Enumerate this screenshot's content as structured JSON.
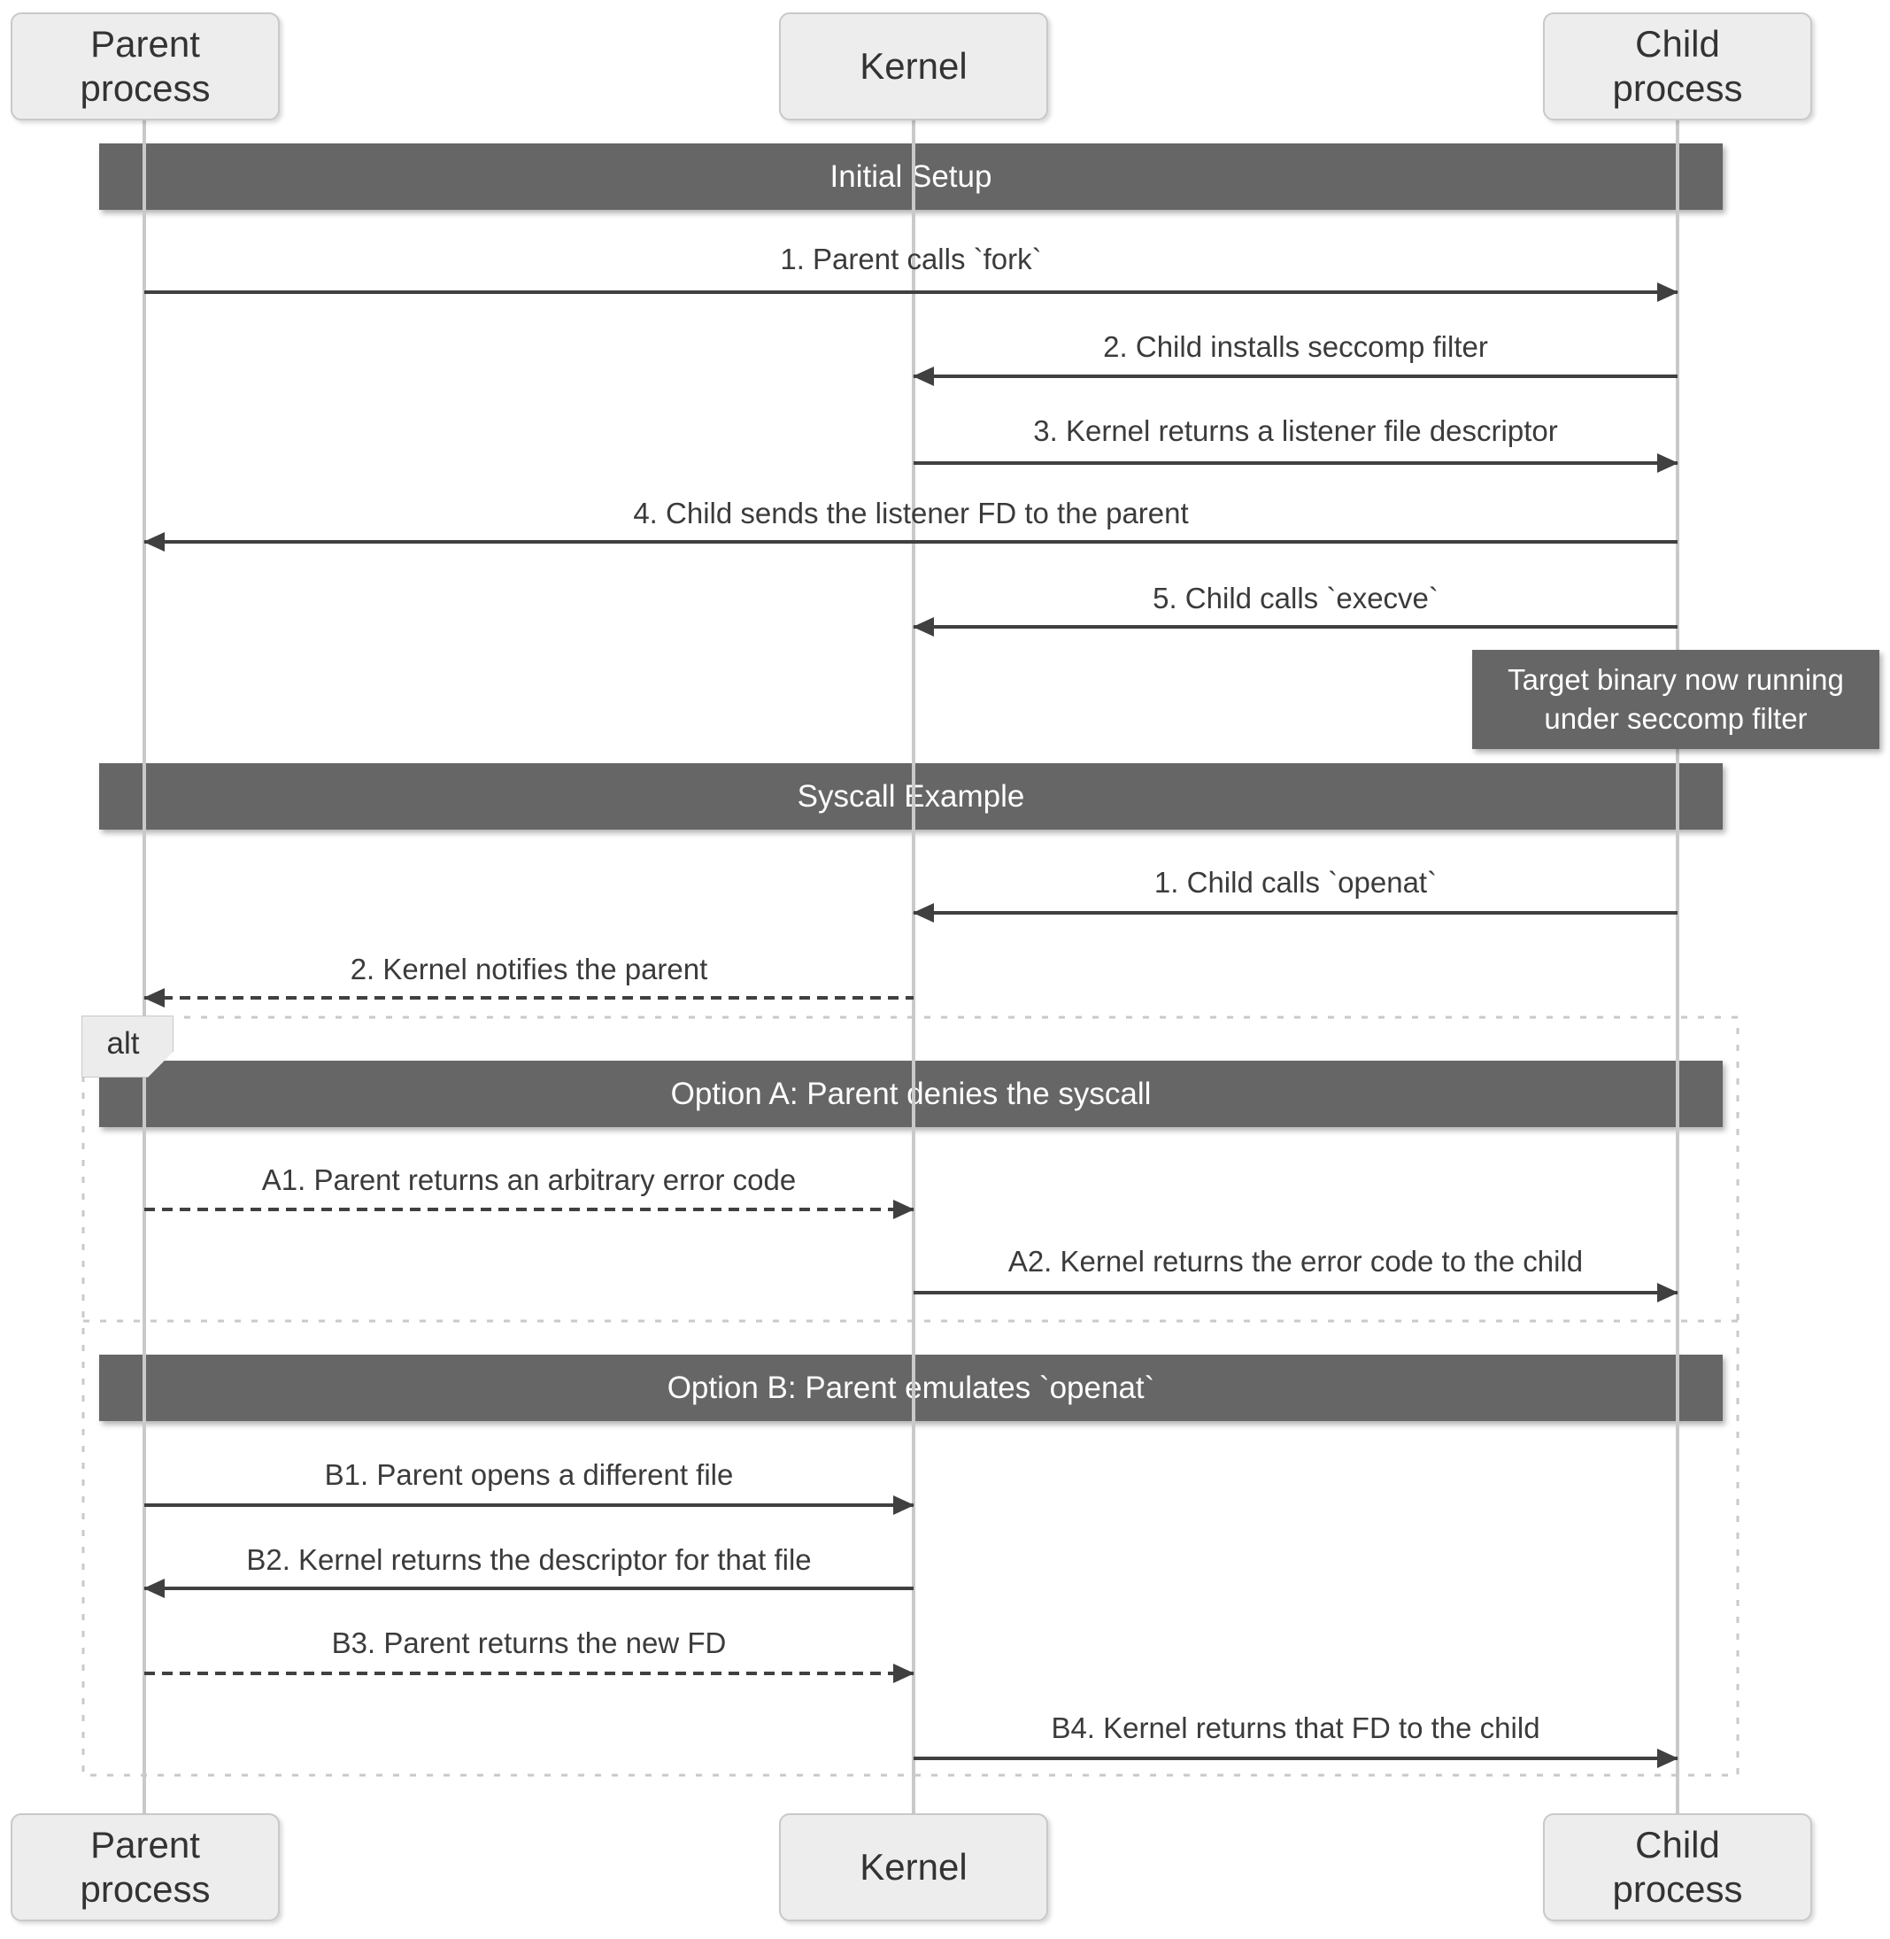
{
  "diagram_type": "uml-sequence-diagram",
  "colors": {
    "bar_fill": "#666666",
    "bar_text": "#ffffff",
    "actor_fill": "#ededed",
    "actor_border": "#c9c9c9",
    "lifeline": "#c9c9c9",
    "arrow": "#404040",
    "message_text": "#3b3b3b",
    "frame_border": "#c9c9c9",
    "background": "#ffffff"
  },
  "actors": [
    {
      "id": "parent-process",
      "label": "Parent\nprocess"
    },
    {
      "id": "kernel",
      "label": "Kernel"
    },
    {
      "id": "child-process",
      "label": "Child\nprocess"
    }
  ],
  "sections": [
    {
      "title": "Initial Setup"
    },
    {
      "title": "Syscall Example"
    }
  ],
  "note": {
    "text": "Target binary now running\nunder seccomp filter"
  },
  "alt": {
    "label": "alt",
    "option_a_title": "Option A: Parent denies the syscall",
    "option_b_title": "Option B: Parent emulates `openat`"
  },
  "messages": [
    {
      "id": "fork",
      "label": "1. Parent calls `fork`",
      "from": "parent",
      "to": "child",
      "style": "solid"
    },
    {
      "id": "install-seccomp",
      "label": "2. Child installs seccomp filter",
      "from": "child",
      "to": "kernel",
      "style": "solid"
    },
    {
      "id": "listener-fd",
      "label": "3. Kernel returns a listener file descriptor",
      "from": "kernel",
      "to": "child",
      "style": "solid"
    },
    {
      "id": "send-fd",
      "label": "4. Child sends the listener FD to the parent",
      "from": "child",
      "to": "parent",
      "style": "solid"
    },
    {
      "id": "execve",
      "label": "5. Child calls `execve`",
      "from": "child",
      "to": "kernel",
      "style": "solid"
    },
    {
      "id": "openat",
      "label": "1. Child calls `openat`",
      "from": "child",
      "to": "kernel",
      "style": "solid"
    },
    {
      "id": "notify-parent",
      "label": "2. Kernel notifies the parent",
      "from": "kernel",
      "to": "parent",
      "style": "dashed"
    },
    {
      "id": "a1",
      "label": "A1. Parent returns an arbitrary error code",
      "from": "parent",
      "to": "kernel",
      "style": "dashed"
    },
    {
      "id": "a2",
      "label": "A2. Kernel returns the error code to the child",
      "from": "kernel",
      "to": "child",
      "style": "solid"
    },
    {
      "id": "b1",
      "label": "B1. Parent opens a different file",
      "from": "parent",
      "to": "kernel",
      "style": "solid"
    },
    {
      "id": "b2",
      "label": "B2. Kernel returns the descriptor for that file",
      "from": "kernel",
      "to": "parent",
      "style": "solid"
    },
    {
      "id": "b3",
      "label": "B3. Parent returns the new FD",
      "from": "parent",
      "to": "kernel",
      "style": "dashed"
    },
    {
      "id": "b4",
      "label": "B4. Kernel returns that FD to the child",
      "from": "kernel",
      "to": "child",
      "style": "solid"
    }
  ]
}
